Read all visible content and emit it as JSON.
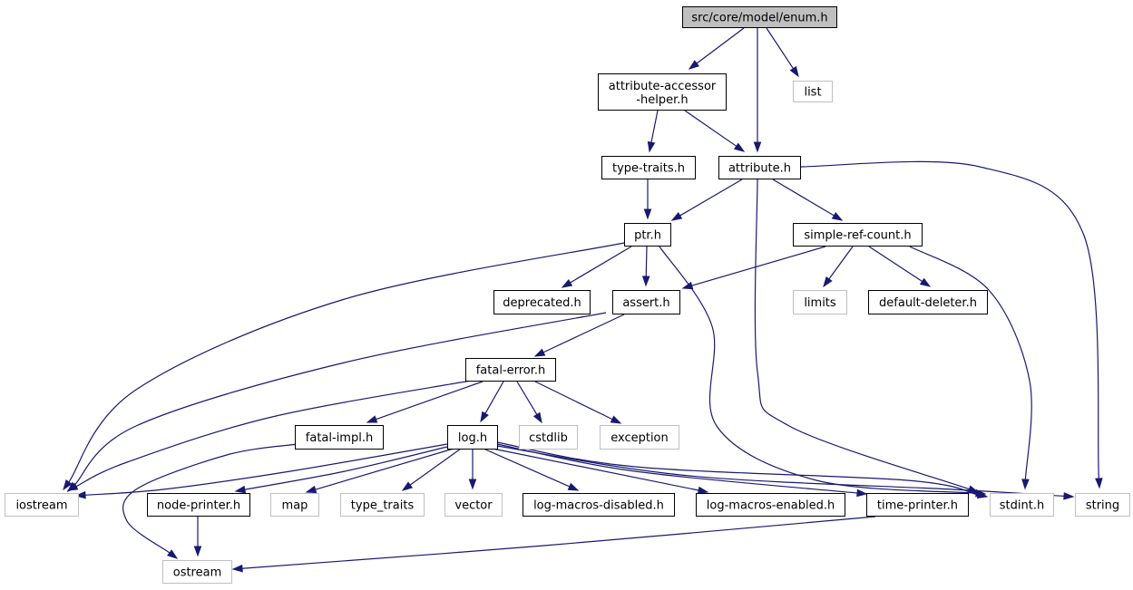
{
  "graph": {
    "nodes": [
      {
        "id": "enum",
        "label": "src/core/model/enum.h",
        "style": "root"
      },
      {
        "id": "aah",
        "label": "attribute-accessor",
        "label2": "-helper.h",
        "style": "local"
      },
      {
        "id": "list",
        "label": "list",
        "style": "system"
      },
      {
        "id": "tt",
        "label": "type-traits.h",
        "style": "local"
      },
      {
        "id": "attr",
        "label": "attribute.h",
        "style": "local"
      },
      {
        "id": "ptr",
        "label": "ptr.h",
        "style": "local"
      },
      {
        "id": "src",
        "label": "simple-ref-count.h",
        "style": "local"
      },
      {
        "id": "dep",
        "label": "deprecated.h",
        "style": "local"
      },
      {
        "id": "assert",
        "label": "assert.h",
        "style": "local"
      },
      {
        "id": "limits",
        "label": "limits",
        "style": "system"
      },
      {
        "id": "dd",
        "label": "default-deleter.h",
        "style": "local"
      },
      {
        "id": "fe",
        "label": "fatal-error.h",
        "style": "local"
      },
      {
        "id": "fi",
        "label": "fatal-impl.h",
        "style": "local"
      },
      {
        "id": "log",
        "label": "log.h",
        "style": "local"
      },
      {
        "id": "cstdlib",
        "label": "cstdlib",
        "style": "system"
      },
      {
        "id": "exception",
        "label": "exception",
        "style": "system"
      },
      {
        "id": "iostream",
        "label": "iostream",
        "style": "system"
      },
      {
        "id": "np",
        "label": "node-printer.h",
        "style": "local"
      },
      {
        "id": "map",
        "label": "map",
        "style": "system"
      },
      {
        "id": "type_traits",
        "label": "type_traits",
        "style": "system"
      },
      {
        "id": "vector",
        "label": "vector",
        "style": "system"
      },
      {
        "id": "lmd",
        "label": "log-macros-disabled.h",
        "style": "local"
      },
      {
        "id": "lme",
        "label": "log-macros-enabled.h",
        "style": "local"
      },
      {
        "id": "tp",
        "label": "time-printer.h",
        "style": "local"
      },
      {
        "id": "stdint",
        "label": "stdint.h",
        "style": "system"
      },
      {
        "id": "string",
        "label": "string",
        "style": "system"
      },
      {
        "id": "ostream",
        "label": "ostream",
        "style": "system"
      }
    ],
    "edges": [
      {
        "from": "enum",
        "to": "aah"
      },
      {
        "from": "enum",
        "to": "attr"
      },
      {
        "from": "enum",
        "to": "list"
      },
      {
        "from": "aah",
        "to": "tt"
      },
      {
        "from": "aah",
        "to": "attr"
      },
      {
        "from": "tt",
        "to": "ptr"
      },
      {
        "from": "attr",
        "to": "ptr"
      },
      {
        "from": "attr",
        "to": "src"
      },
      {
        "from": "attr",
        "to": "stdint"
      },
      {
        "from": "attr",
        "to": "string"
      },
      {
        "from": "ptr",
        "to": "dep"
      },
      {
        "from": "ptr",
        "to": "assert"
      },
      {
        "from": "ptr",
        "to": "iostream"
      },
      {
        "from": "ptr",
        "to": "stdint"
      },
      {
        "from": "src",
        "to": "assert"
      },
      {
        "from": "src",
        "to": "limits"
      },
      {
        "from": "src",
        "to": "dd"
      },
      {
        "from": "src",
        "to": "stdint"
      },
      {
        "from": "assert",
        "to": "fe"
      },
      {
        "from": "assert",
        "to": "iostream"
      },
      {
        "from": "fe",
        "to": "fi"
      },
      {
        "from": "fe",
        "to": "log"
      },
      {
        "from": "fe",
        "to": "cstdlib"
      },
      {
        "from": "fe",
        "to": "exception"
      },
      {
        "from": "fe",
        "to": "iostream"
      },
      {
        "from": "fi",
        "to": "ostream"
      },
      {
        "from": "log",
        "to": "iostream"
      },
      {
        "from": "log",
        "to": "np"
      },
      {
        "from": "log",
        "to": "map"
      },
      {
        "from": "log",
        "to": "type_traits"
      },
      {
        "from": "log",
        "to": "vector"
      },
      {
        "from": "log",
        "to": "lmd"
      },
      {
        "from": "log",
        "to": "lme"
      },
      {
        "from": "log",
        "to": "tp"
      },
      {
        "from": "log",
        "to": "stdint"
      },
      {
        "from": "log",
        "to": "string"
      },
      {
        "from": "np",
        "to": "ostream"
      },
      {
        "from": "tp",
        "to": "ostream"
      }
    ]
  },
  "colors": {
    "edge": "#191970",
    "root_fill": "#bfbfbf",
    "local_border": "#000000",
    "system_border": "#bfbfbf",
    "text": "#000000"
  }
}
